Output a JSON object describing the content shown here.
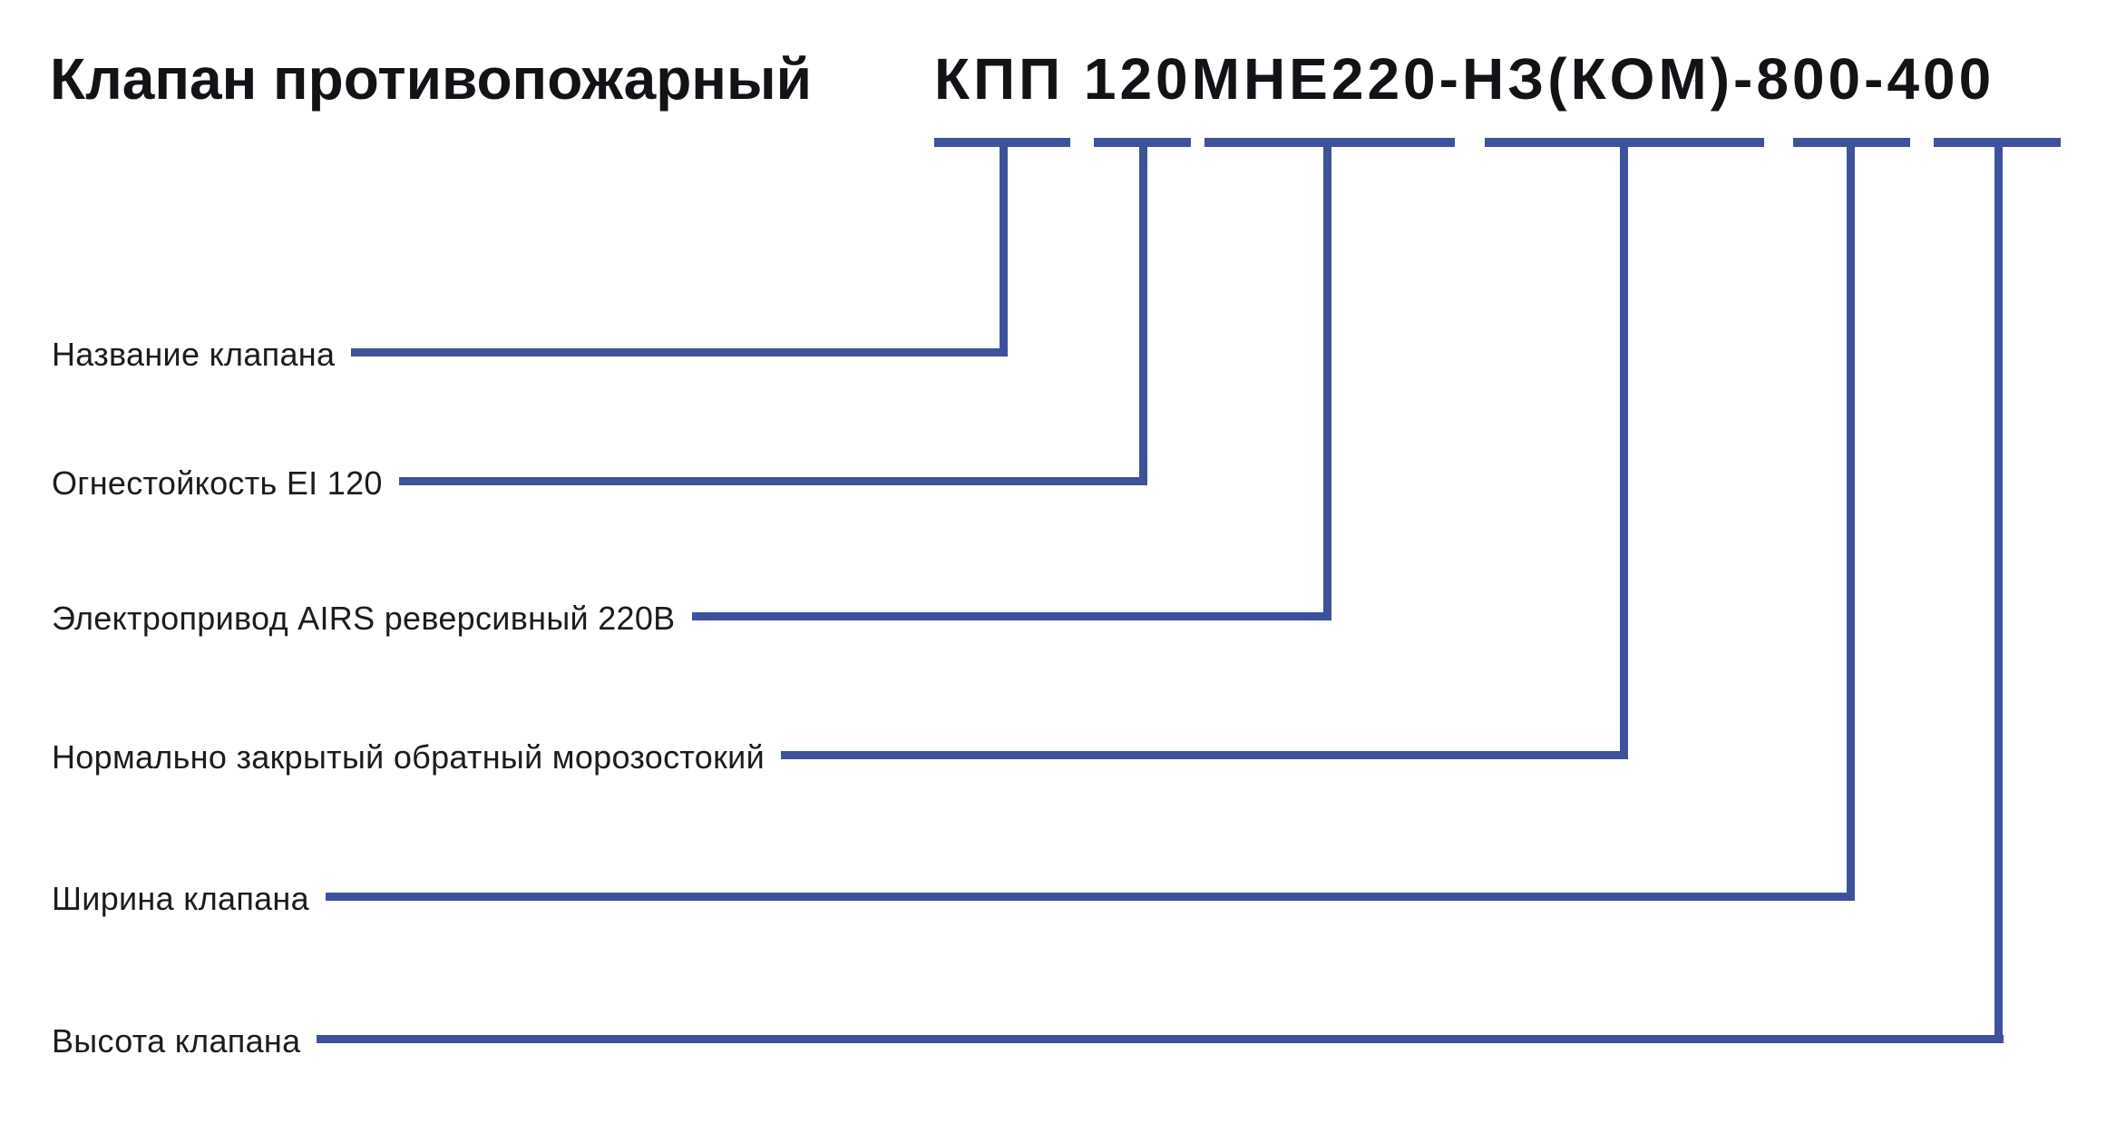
{
  "colors": {
    "accent_blue": "#3e529b",
    "title_text": "#121316",
    "label_text": "#1b1c20",
    "background": "#ffffff"
  },
  "title": {
    "prefix": "Клапан противопожарный",
    "code": "КПП 120МНЕ220-НЗ(КОМ)-800-400"
  },
  "legend": [
    {
      "label": "Название клапана",
      "code_segment": "КПП"
    },
    {
      "label": "Огнестойкость EI 120",
      "code_segment": "120"
    },
    {
      "label": "Электропривод AIRS реверсивный 220В",
      "code_segment": "МНЕ220"
    },
    {
      "label": "Нормально закрытый обратный морозостокий",
      "code_segment": "НЗ(КОМ)"
    },
    {
      "label": "Ширина клапана",
      "code_segment": "800"
    },
    {
      "label": "Высота клапана",
      "code_segment": "400"
    }
  ]
}
